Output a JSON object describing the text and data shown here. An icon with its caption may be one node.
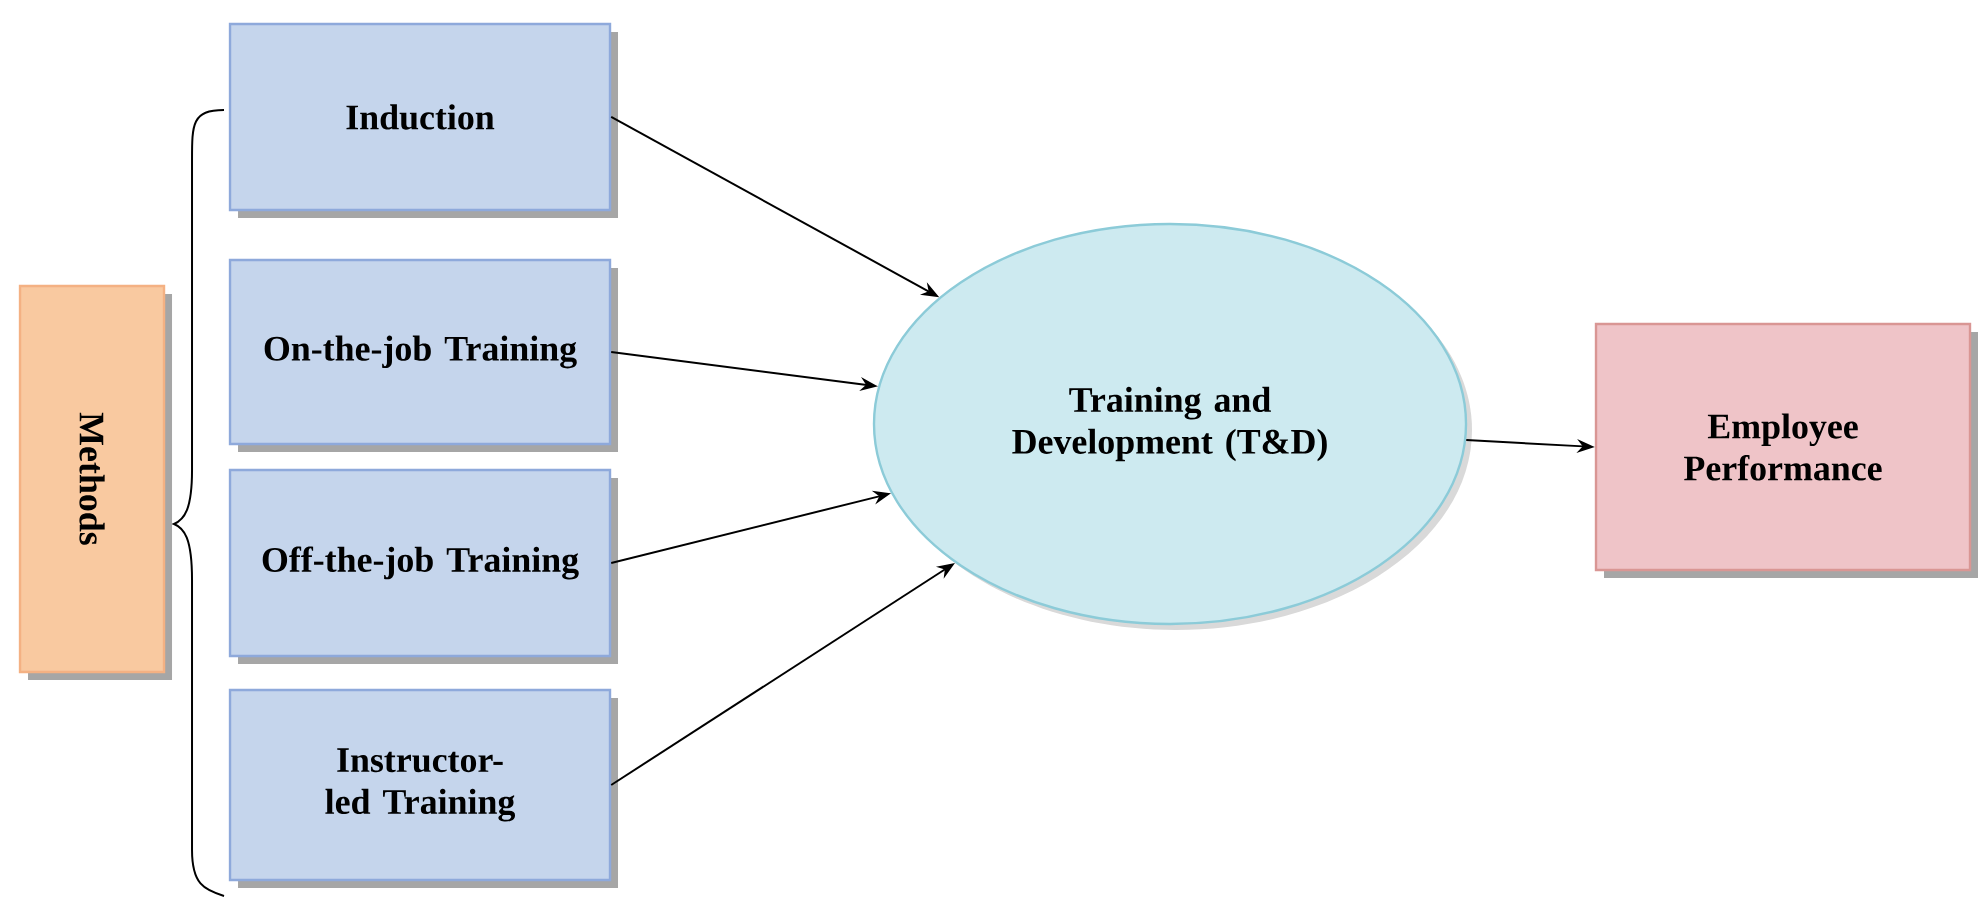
{
  "diagram": {
    "nodes": [
      {
        "text": [
          "Methods"
        ]
      },
      {
        "text": [
          "Induction"
        ]
      },
      {
        "text": [
          "On-the-job Training"
        ]
      },
      {
        "text": [
          "Off-the-job Training"
        ]
      },
      {
        "text": [
          "Instructor-led Training"
        ]
      },
      {
        "text": [
          "Training and Development (T&D)"
        ]
      },
      {
        "text": [
          "Employee Performance"
        ]
      }
    ],
    "edges": [
      {
        "from": 1,
        "to": 5,
        "arrow": "to"
      },
      {
        "from": 2,
        "to": 5,
        "arrow": "to"
      },
      {
        "from": 3,
        "to": 5,
        "arrow": "to"
      },
      {
        "from": 4,
        "to": 5,
        "arrow": "to"
      },
      {
        "from": 5,
        "to": 6,
        "arrow": "to"
      }
    ]
  }
}
